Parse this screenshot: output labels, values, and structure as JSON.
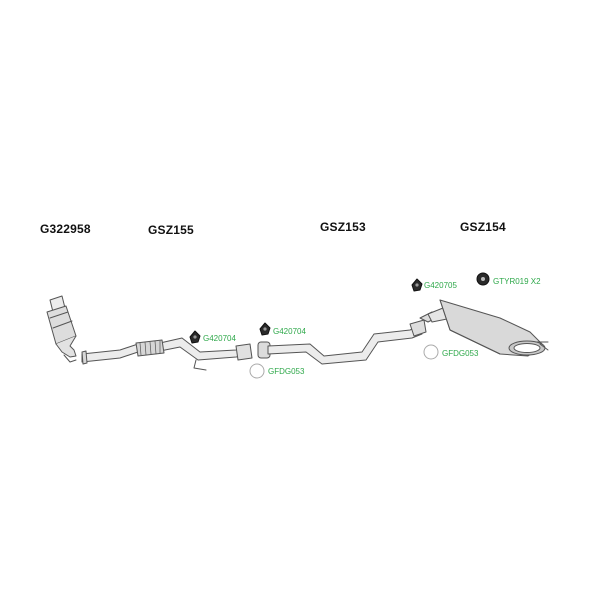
{
  "parts": [
    {
      "id": "catalyst",
      "label": "G322958"
    },
    {
      "id": "front_pipe",
      "label": "GSZ155"
    },
    {
      "id": "middle_pipe",
      "label": "GSZ153"
    },
    {
      "id": "rear_silencer",
      "label": "GSZ154"
    }
  ],
  "accessories": [
    {
      "id": "mount_1",
      "label": "G420704"
    },
    {
      "id": "mount_2",
      "label": "G420704"
    },
    {
      "id": "gasket_1",
      "label": "GFDG053"
    },
    {
      "id": "mount_3",
      "label": "G420705"
    },
    {
      "id": "rubber_mount",
      "label": "GTYR019 X2"
    },
    {
      "id": "gasket_2",
      "label": "GFDG053"
    }
  ],
  "colors": {
    "part_label": "#111111",
    "accessory_label": "#2ea84a",
    "line": "#555555",
    "fill": "#e4e4e4"
  }
}
